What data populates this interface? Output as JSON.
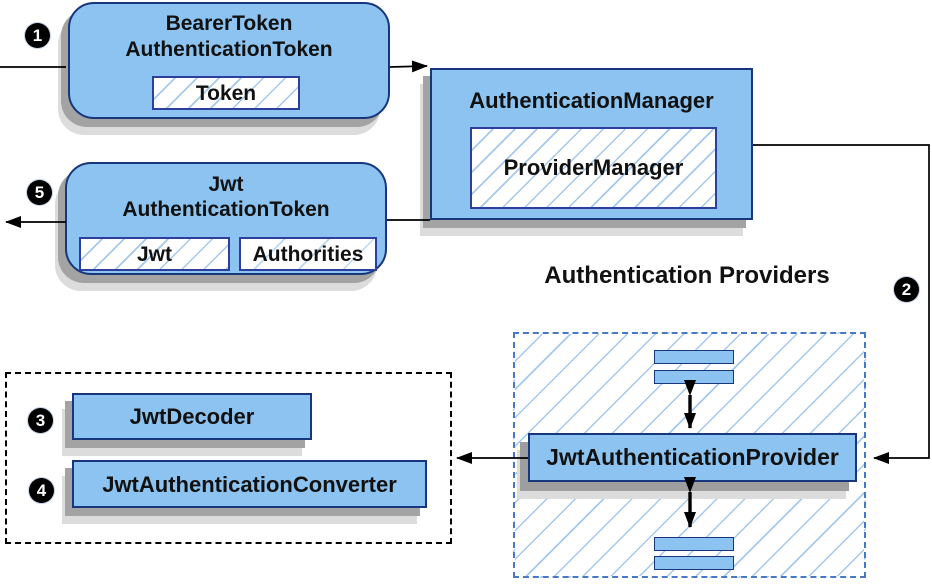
{
  "nodes": {
    "bearer_token": {
      "title_line1": "BearerToken",
      "title_line2": "AuthenticationToken",
      "field": "Token"
    },
    "authentication_manager": {
      "title": "AuthenticationManager",
      "inner": "ProviderManager"
    },
    "jwt_authentication_token": {
      "title_line1": "Jwt",
      "title_line2": "AuthenticationToken",
      "field1": "Jwt",
      "field2": "Authorities"
    },
    "providers_group": {
      "heading_line1": "Authentication",
      "heading_line2": "Providers"
    },
    "jwt_authentication_provider": {
      "label": "JwtAuthenticationProvider"
    },
    "jwt_decoder": {
      "label": "JwtDecoder"
    },
    "jwt_authentication_converter": {
      "label": "JwtAuthenticationConverter"
    }
  },
  "badges": {
    "step1": "1",
    "step2": "2",
    "step3": "3",
    "step4": "4",
    "step5": "5"
  },
  "colors": {
    "node_fill": "#8cc3f0",
    "node_border": "#17367c",
    "chip_border": "#2c3f9d",
    "hatch_line": "#a5c8ee",
    "group_dashed_border": "#4779c4",
    "converter_dashed_border": "#000000",
    "connector": "#000000",
    "shadow_dark": "#a3a3a3",
    "shadow_light": "#dcdcdc",
    "badge_background": "#000000",
    "badge_text": "#ffffff"
  }
}
